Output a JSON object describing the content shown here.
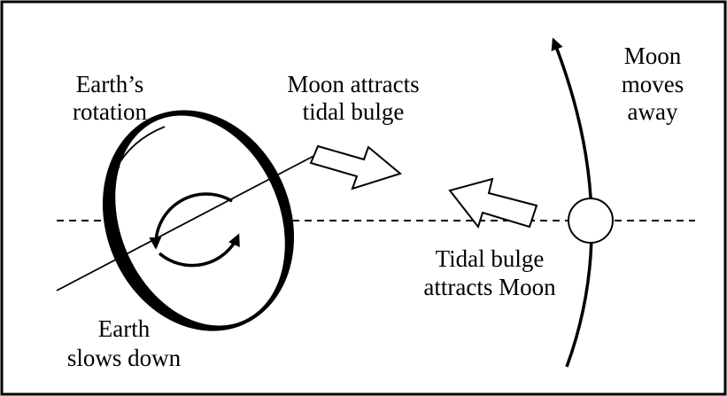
{
  "labels": {
    "earth_rotation_line1": "Earth’s",
    "earth_rotation_line2": "rotation",
    "moon_attracts_line1": "Moon attracts",
    "moon_attracts_line2": "tidal bulge",
    "moon_moves_line1": "Moon",
    "moon_moves_line2": "moves",
    "moon_moves_line3": "away",
    "tidal_attracts_line1": "Tidal bulge",
    "tidal_attracts_line2": "attracts Moon",
    "earth_slows_line1": "Earth",
    "earth_slows_line2": "slows down"
  },
  "colors": {
    "ink": "#000000",
    "paper": "#ffffff"
  }
}
